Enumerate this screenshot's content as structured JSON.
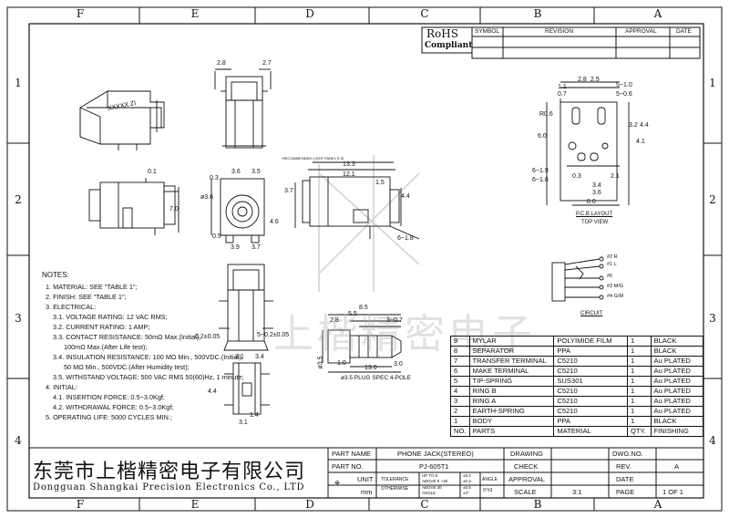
{
  "zones_top": [
    "F",
    "E",
    "D",
    "C",
    "B",
    "A"
  ],
  "zones_bottom": [
    "F",
    "E",
    "D",
    "C",
    "B",
    "A"
  ],
  "zones_left": [
    "1",
    "2",
    "3",
    "4"
  ],
  "zones_right": [
    "1",
    "2",
    "3",
    "4"
  ],
  "rohs": {
    "line1": "RoHS",
    "line2": "Compliant"
  },
  "revision_header": {
    "symbol": "SYMBOL",
    "revision": "REVISION",
    "approval": "APPROVAL",
    "date": "DATE"
  },
  "notes": {
    "title": "NOTES:",
    "lines": [
      "1. MATERIAL: SEE \"TABLE 1\";",
      "2. FINISH: SEE \"TABLE 1\";",
      "3. ELECTRICAL:",
      "3.1. VOLTAGE RATING: 12 VAC RMS;",
      "3.2. CURRENT RATING: 1 AMP;",
      "3.3. CONTACT RESISTANCE: 50mΩ Max.(Initial),",
      "100mΩ Max.(After Life test);",
      "3.4. INSULATION RESISTANCE: 100 MΩ Min., 500VDC.(Initial),",
      "50 MΩ Min., 500VDC.(After Humidity test);",
      "3.5. WITHSTAND VOLTAGE: 500 VAC RMS 50(60)Hz, 1 minute;",
      "4. INITIAL:",
      "4.1. INSERTION FORCE: 0.5~3.0Kgf;",
      "4.2. WITHDRAWAL FORCE: 0.5~3.0Kgf;",
      "5. OPERATING LIFE: 5000 CYCLES MIN.;"
    ]
  },
  "bom": {
    "rows": [
      {
        "no": "9",
        "part": "MYLAR",
        "material": "POLYIMIDE FILM",
        "qty": "1",
        "finish": "BLACK"
      },
      {
        "no": "8",
        "part": "SEPARATOR",
        "material": "PPA",
        "qty": "1",
        "finish": "BLACK"
      },
      {
        "no": "7",
        "part": "TRANSFER TERMINAL",
        "material": "C5210",
        "qty": "1",
        "finish": "Au  PLATED"
      },
      {
        "no": "6",
        "part": "MAKE TERMINAL",
        "material": "C5210",
        "qty": "1",
        "finish": "Au  PLATED"
      },
      {
        "no": "5",
        "part": "TIP-SPRING",
        "material": "SUS301",
        "qty": "1",
        "finish": "Au  PLATED"
      },
      {
        "no": "4",
        "part": "RING B",
        "material": "C5210",
        "qty": "1",
        "finish": "Au  PLATED"
      },
      {
        "no": "3",
        "part": "RING A",
        "material": "C5210",
        "qty": "1",
        "finish": "Au  PLATED"
      },
      {
        "no": "2",
        "part": "EARTH-SPRING",
        "material": "C5210",
        "qty": "1",
        "finish": "Au  PLATED"
      },
      {
        "no": "1",
        "part": "BODY",
        "material": "PPA",
        "qty": "1",
        "finish": "BLACK"
      }
    ],
    "header": {
      "no": "NO.",
      "part": "PARTS",
      "material": "MATERIAL",
      "qty": "QTY.",
      "finish": "FINISHING"
    }
  },
  "title_block": {
    "part_name_label": "PART NAME",
    "part_name": "PHONE JACK(STEREO)",
    "part_no_label": "PART NO.",
    "part_no": "PJ-605T1",
    "unit_label": "UNIT :",
    "unit": "mm",
    "tolerance": "TOLERANCE",
    "otherwise": "OTHERWISE",
    "tol_1": "UP TO 5",
    "tol_1v": "±0.2",
    "tol_2": "ABOVE 5 ~30",
    "tol_2v": "±0.3",
    "tol_3": "ABOVE 30",
    "tol_3v": "±0.5",
    "tol_4": "ANGLE",
    "tol_4v": "±3°",
    "angle_label": "ANGLE",
    "angle_value": "0°±3",
    "drawing": "DRAWING",
    "check": "CHECK",
    "approval": "APPROVAL",
    "scale_label": "SCALE",
    "scale": "3:1",
    "dwg_no": "DWG.NO.",
    "rev_label": "REV.",
    "rev": "A",
    "date_label": "DATE",
    "page_label": "PAGE",
    "page": "1  OF  1"
  },
  "company": {
    "cn": "东莞市上楷精密电子有限公司",
    "en": "Dongguan Shangkai Precision Electronics Co., LTD"
  },
  "watermark": "上楷精密电子",
  "labels": {
    "pcb_layout": "P.C.B LAYOUT",
    "top_view": "TOP VIEW",
    "circuit": "CIRCUIT",
    "plug_spec": "ø3.5 PLUG SPEC 4-POLE",
    "recommended": "RECOMMENDED LIGHT PANEL'S ID",
    "body_mark": "XXXXX  ZI"
  },
  "dims": {
    "d28": "2.8",
    "d27": "2.7",
    "d01": "0.1",
    "d70": "7.0",
    "d03": "0.3",
    "d36": "3.6",
    "d35": "3.5",
    "phi36": "ø3.6",
    "d46": "4.6",
    "d09": "0.9",
    "d39": "3.9",
    "d37": "3.7",
    "d133": "13.3",
    "d121": "12.1",
    "d15": "1.5",
    "d44": "4.4",
    "d61": "6~1.8",
    "d37b": "3.7",
    "d11": "1.1",
    "d07": "0.7",
    "d28b": "2.8",
    "d25": "2.5",
    "d5_10": "5~1.0",
    "d5_06": "5~0.6",
    "r06": "R0.6",
    "d60": "6.0",
    "d32": "3.2",
    "d44b": "4.4",
    "d41": "4.1",
    "d6_19": "6~1.9",
    "d6_16": "6~1.6",
    "d03b": "0.3",
    "d21": "2.1",
    "d34": "3.4",
    "d36b": "3.6",
    "d80": "8.0",
    "d85": "8.5",
    "d55": "5.5",
    "d28c": "2.8",
    "d3_07": "3~0.7",
    "phi35": "ø3.5",
    "d10": "1.0",
    "d130": "13.0",
    "d30": "3.0",
    "d02": "0.2±0.05",
    "d5_02": "5~0.2±0.05",
    "d31": "3.1",
    "d34b": "3.4",
    "d44c": "4.4",
    "d31b": "3.1",
    "d14": "1.4",
    "p2r": "#2 R",
    "p1l": "#1 L",
    "p5": "#5",
    "p3": "#3 M/G",
    "p4": "#4 G/M"
  }
}
